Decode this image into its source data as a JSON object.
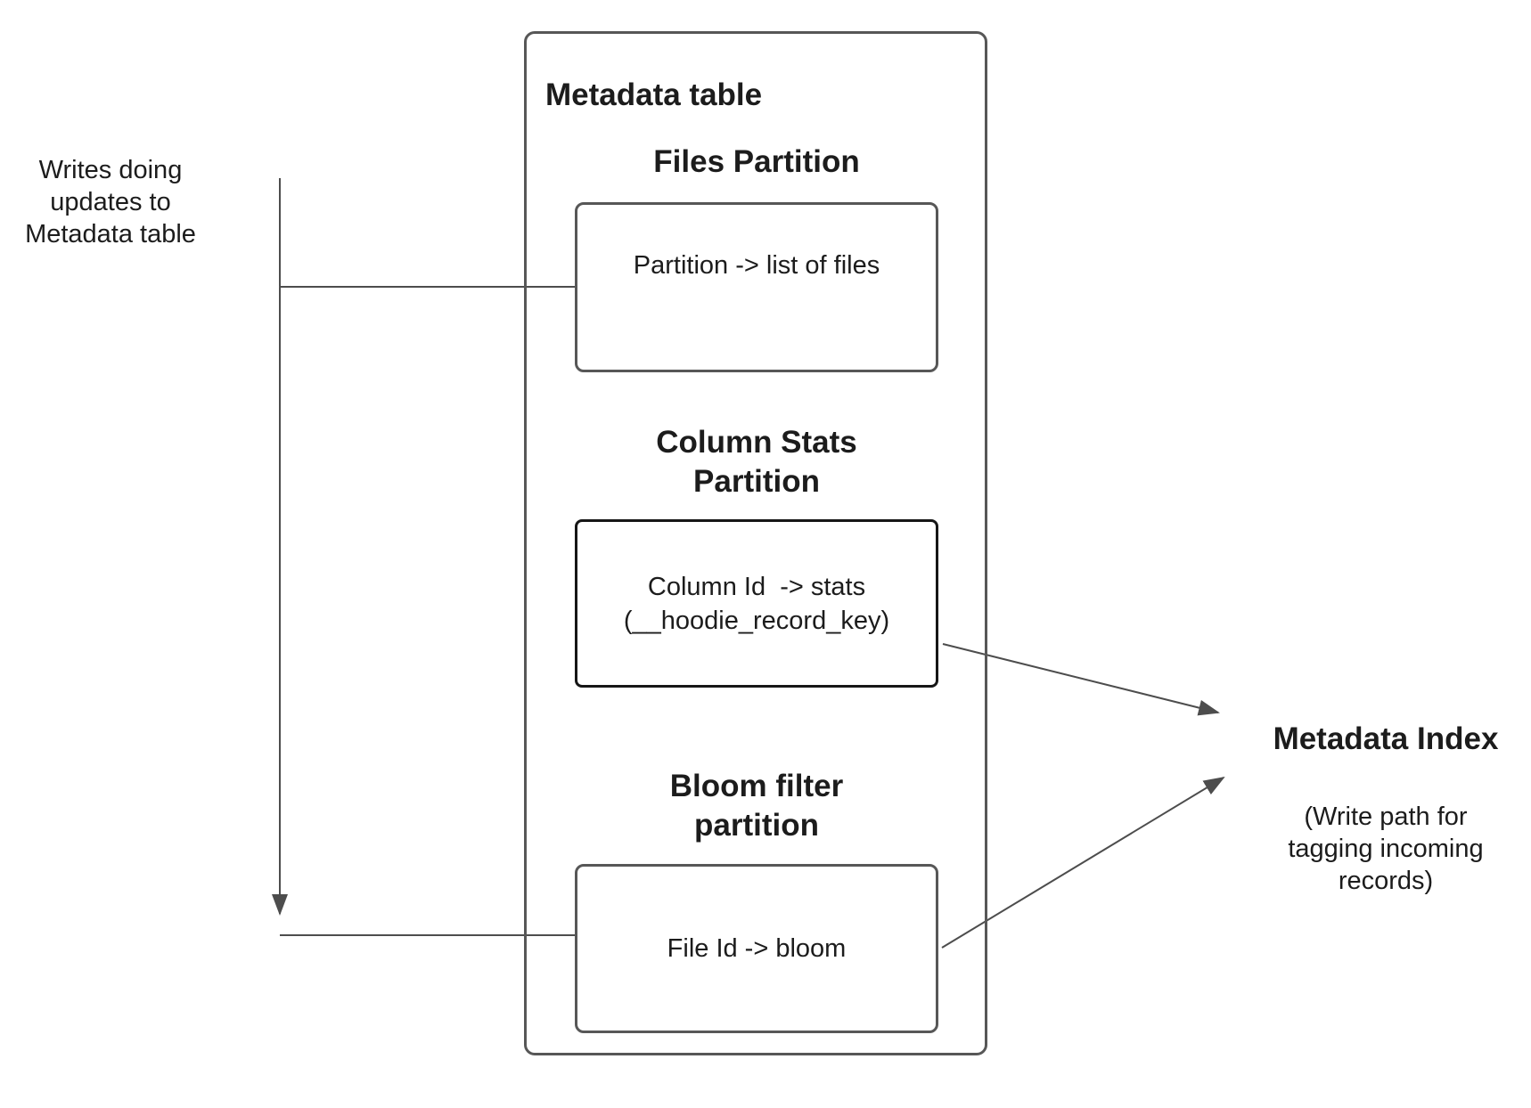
{
  "left_label": {
    "line1": "Writes doing",
    "line2": "updates to",
    "line3": "Metadata table"
  },
  "metadata_table": {
    "title": "Metadata table"
  },
  "files_partition": {
    "heading": "Files Partition",
    "box_text": "Partition -> list of files"
  },
  "column_stats_partition": {
    "heading_line1": "Column Stats",
    "heading_line2": "Partition",
    "box_line1": "Column Id  -> stats",
    "box_line2": "(__hoodie_record_key)"
  },
  "bloom_filter_partition": {
    "heading_line1": "Bloom filter",
    "heading_line2": "partition",
    "box_text": "File Id -> bloom"
  },
  "metadata_index": {
    "title": "Metadata Index",
    "subtitle_line1": "(Write path for",
    "subtitle_line2": "tagging incoming",
    "subtitle_line3": "records)"
  },
  "colors": {
    "line_color": "#4d4d4d",
    "box_border": "#575757",
    "stats_border": "#161616",
    "text_color": "#1c1c1c",
    "bg_color": "#ffffff"
  }
}
